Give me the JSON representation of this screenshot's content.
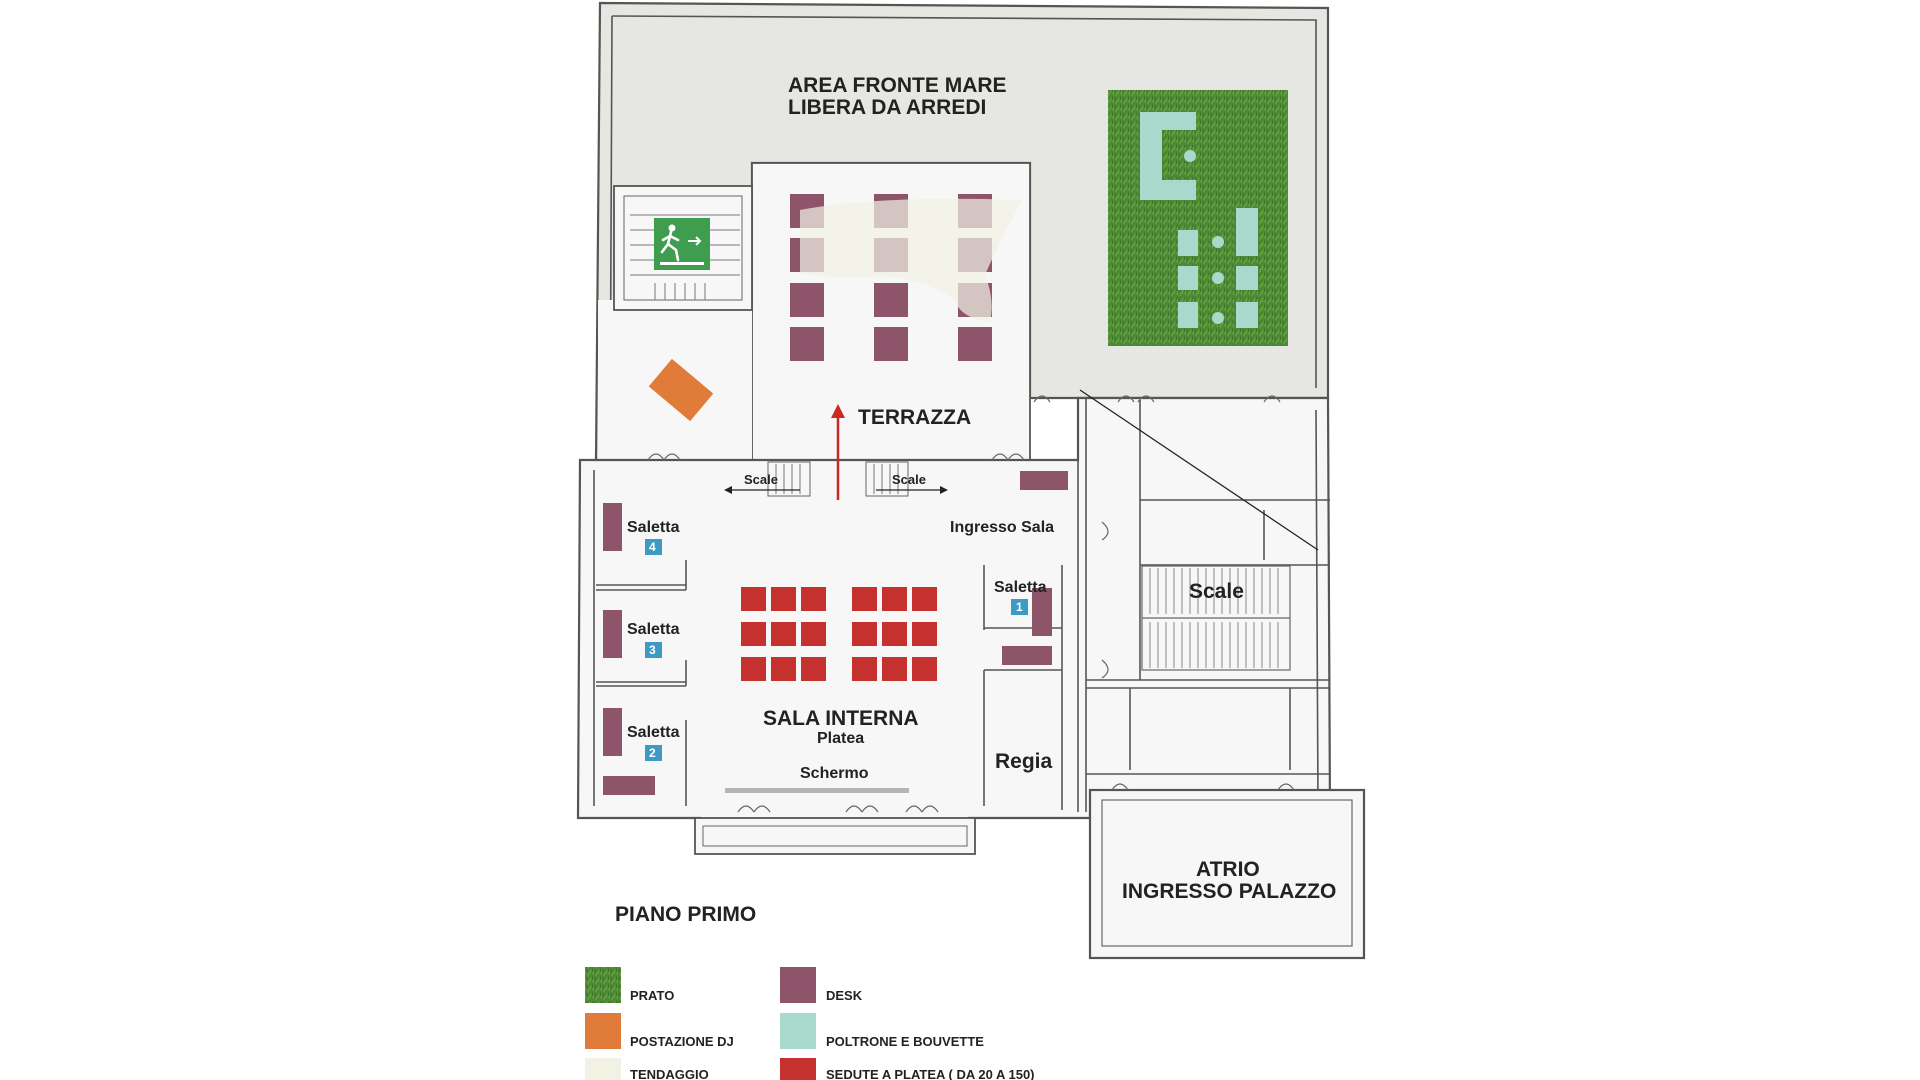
{
  "labels": {
    "area_fronte_mare_1": "AREA FRONTE MARE",
    "area_fronte_mare_2": "LIBERA DA ARREDI",
    "terrazza": "TERRAZZA",
    "scale_left": "Scale",
    "scale_right": "Scale",
    "ingresso_sala": "Ingresso Sala",
    "saletta_4": "Saletta",
    "saletta_3": "Saletta",
    "saletta_2": "Saletta",
    "saletta_1": "Saletta",
    "num_4": "4",
    "num_3": "3",
    "num_2": "2",
    "num_1": "1",
    "sala_interna": "SALA INTERNA",
    "platea": "Platea",
    "schermo": "Schermo",
    "regia": "Regia",
    "scale_stair": "Scale",
    "atrio_1": "ATRIO",
    "atrio_2": "INGRESSO PALAZZO",
    "piano_primo": "PIANO PRIMO"
  },
  "legend": [
    {
      "label": "PRATO",
      "color": "#4e8a35"
    },
    {
      "label": "POSTAZIONE DJ",
      "color": "#e07b39"
    },
    {
      "label": "TENDAGGIO",
      "color": "#f1f1e4"
    },
    {
      "label": "DESK",
      "color": "#8e5469"
    },
    {
      "label": "POLTRONE E BOUVETTE",
      "color": "#a9d8cc"
    },
    {
      "label": "SEDUTE A PLATEA ( DA 20 A 150)",
      "color": "#c4312f"
    }
  ],
  "colors": {
    "prato": "#4e8a35",
    "dj": "#e07b39",
    "tendaggio": "#f1f1e4",
    "desk": "#8e5469",
    "poltrone": "#a9d8cc",
    "sedute": "#c4312f",
    "sea_area": "#e6e6e3",
    "arrow": "#c82a22"
  },
  "icons": {
    "emergency_exit": "emergency-exit-icon"
  }
}
